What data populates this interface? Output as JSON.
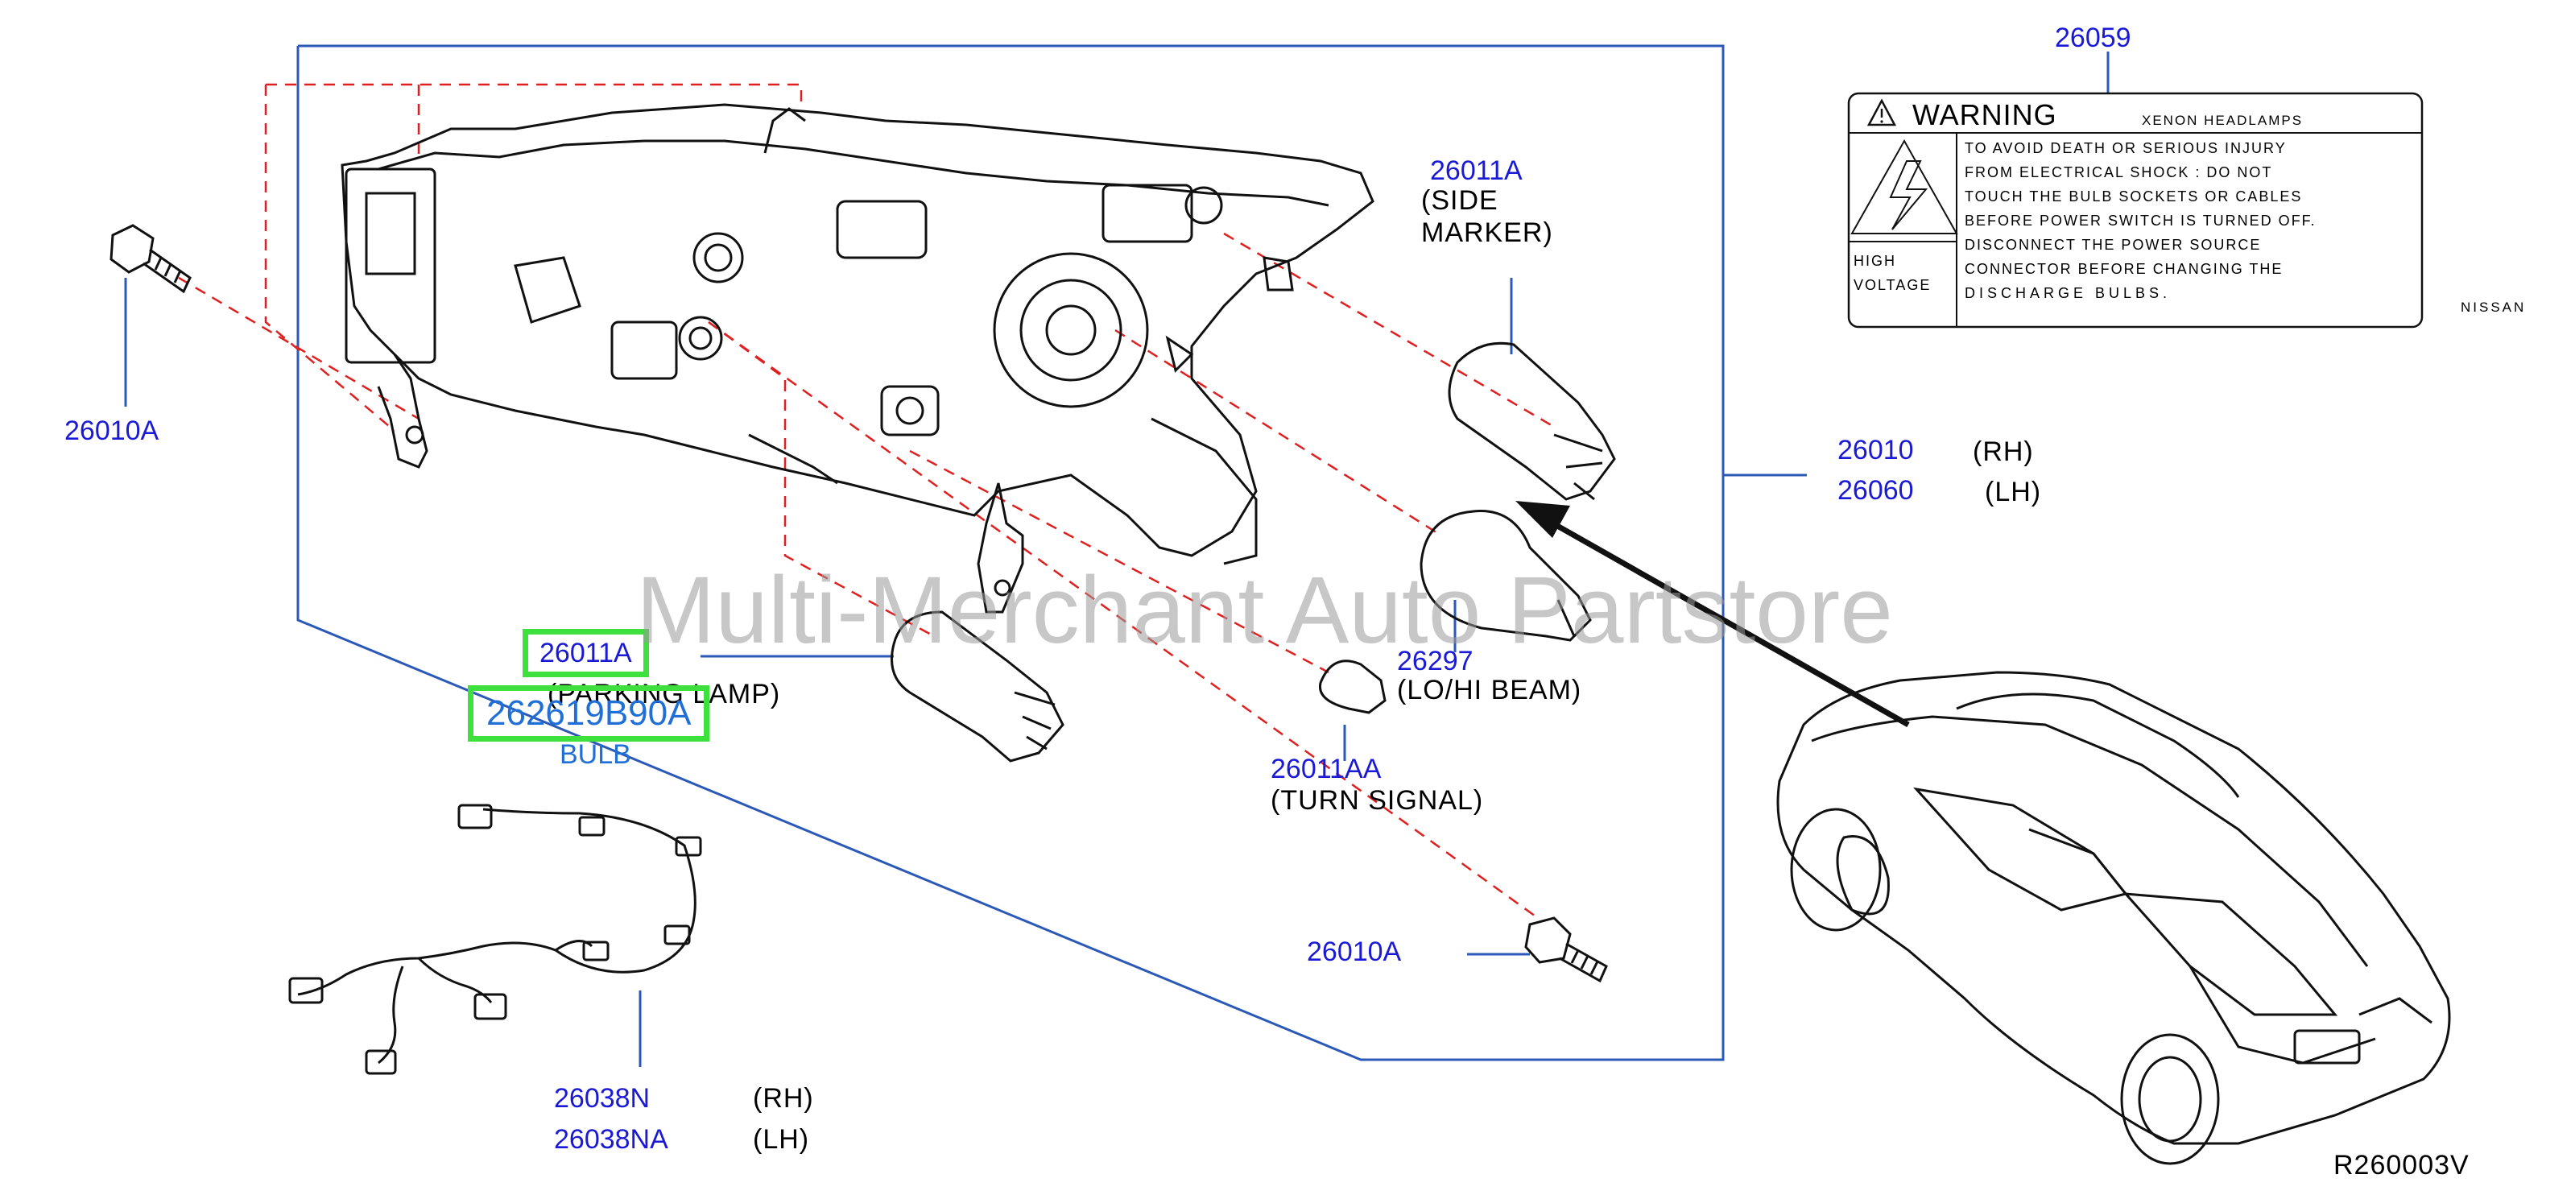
{
  "parts": {
    "p26059": "26059",
    "p26011A_side": "26011A",
    "side_marker_line1": "(SIDE",
    "side_marker_line2": "MARKER)",
    "p26010A_left": "26010A",
    "p26010": "26010",
    "p26010_side": "(RH)",
    "p26060": "26060",
    "p26060_side": "(LH)",
    "p26011A_park": "26011A",
    "parking_lamp": "(PARKING  LAMP)",
    "p262619B90A": "262619B90A",
    "bulb": "BULB",
    "p26297": "26297",
    "lo_hi_beam": "(LO/HI  BEAM)",
    "p26011AA": "26011AA",
    "turn_signal": "(TURN  SIGNAL)",
    "p26010A_bottom": "26010A",
    "p26038N": "26038N",
    "p26038N_side": "(RH)",
    "p26038NA": "26038NA",
    "p26038NA_side": "(LH)"
  },
  "warning_label": {
    "title": "WARNING",
    "subtitle": "XENON  HEADLAMPS",
    "lines": [
      "TO  AVOID  DEATH  OR  SERIOUS  INJURY",
      "FROM  ELECTRICAL  SHOCK  :  DO  NOT",
      "TOUCH  THE  BULB  SOCKETS  OR  CABLES",
      "BEFORE  POWER  SWITCH  IS  TURNED  OFF.",
      "DISCONNECT  THE  POWER  SOURCE",
      "CONNECTOR  BEFORE  CHANGING  THE",
      "DISCHARGE  BULBS."
    ],
    "high": "HIGH",
    "voltage": "VOLTAGE",
    "brand": "NISSAN"
  },
  "diagram_code": "R260003V",
  "watermark": "Multi-Merchant Auto Partstore",
  "colors": {
    "part_number": "#1a1ad6",
    "leader_line": "#2b59b8",
    "dashed_line": "#e02020",
    "highlight": "#3ee03e"
  }
}
